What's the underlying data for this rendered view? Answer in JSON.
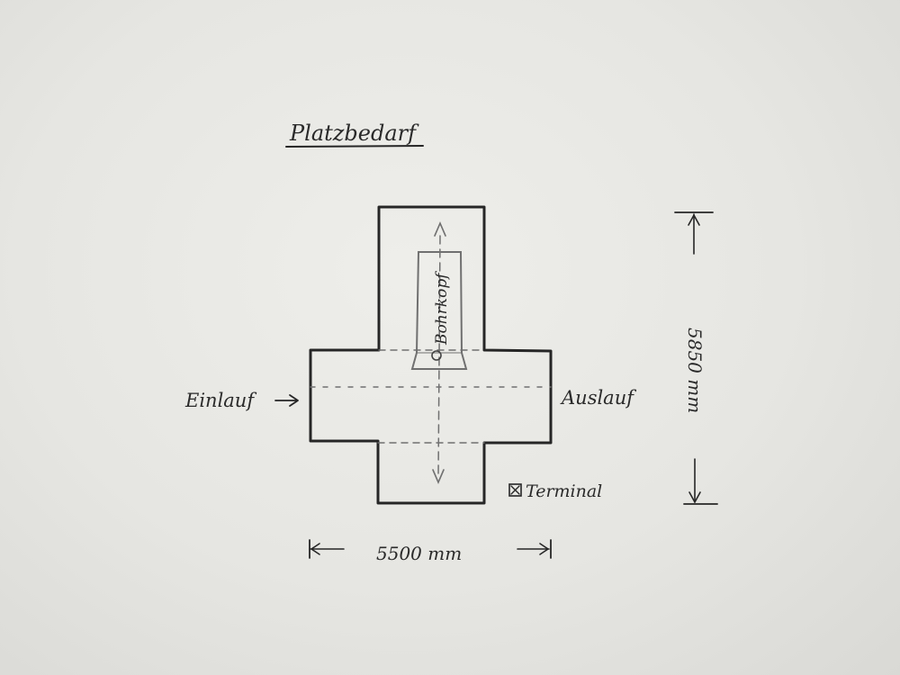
{
  "drawing": {
    "title": "Platzbedarf",
    "inlet_label": "Einlauf",
    "outlet_label": "Auslauf",
    "drill_head_label": "Bohrkopf",
    "terminal_label": "Terminal",
    "width_dimension": "5500 mm",
    "height_dimension": "5850 mm"
  }
}
